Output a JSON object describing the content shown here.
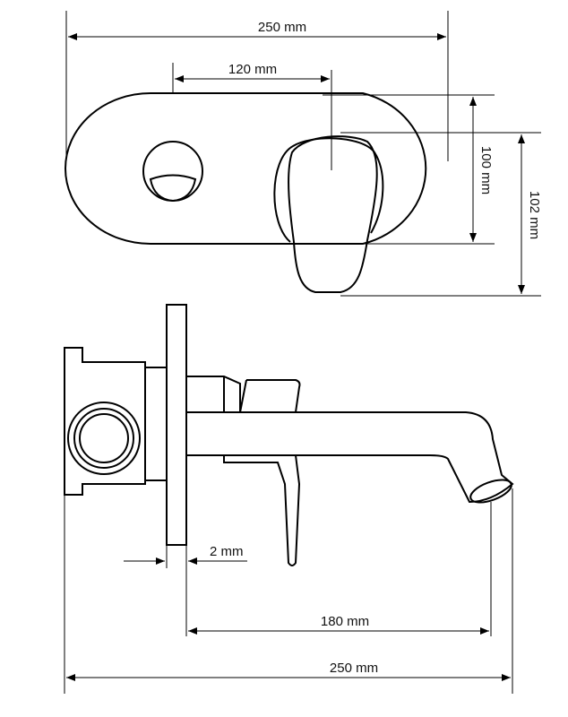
{
  "dimensions": {
    "top_width": "250 mm",
    "lever_offset": "120 mm",
    "plate_height": "100 mm",
    "total_height": "102 mm",
    "plate_thickness": "2 mm",
    "spout_reach": "180 mm",
    "side_total": "250 mm"
  }
}
